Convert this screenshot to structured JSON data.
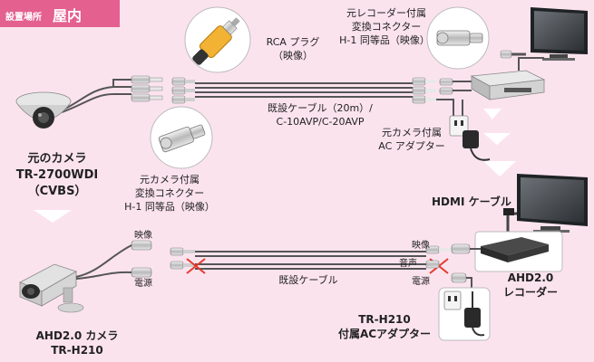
{
  "header": {
    "location_label": "設置場所",
    "location_value": "屋内"
  },
  "top": {
    "old_camera_name": "元のカメラ",
    "old_camera_model": "TR-2700WDI",
    "old_camera_signal": "（CVBS）",
    "rca_plug_label": "RCA プラグ",
    "rca_plug_sub": "（映像）",
    "recorder_connector_line1": "元レコーダー付属",
    "recorder_connector_line2": "変換コネクター",
    "recorder_connector_line3": "H-1 同等品（映像）",
    "existing_cable_line1": "既設ケーブル（20m）/",
    "existing_cable_line2": "C-10AVP/C-20AVP",
    "camera_adapter_line1": "元カメラ付属",
    "camera_adapter_line2": "AC アダプター",
    "camera_connector_line1": "元カメラ付属",
    "camera_connector_line2": "変換コネクター",
    "camera_connector_line3": "H-1 同等品（映像）"
  },
  "bottom": {
    "hdmi_cable_label": "HDMI ケーブル",
    "video_left_label": "映像",
    "power_left_label": "電源",
    "existing_cable_label": "既設ケーブル",
    "video_right_label": "映像",
    "audio_right_label": "音声",
    "power_right_label": "電源",
    "recorder_line1": "AHD2.0",
    "recorder_line2": "レコーダー",
    "adapter_line1": "TR-H210",
    "adapter_line2": "付属ACアダプター",
    "new_camera_line1": "AHD2.0 カメラ",
    "new_camera_line2": "TR-H210"
  },
  "colors": {
    "header_bg": "#e4608f",
    "background": "#fbe3ee",
    "cable": "#555555",
    "rca_yellow": "#f2b233",
    "cross_out": "#e53a2d",
    "arrow": "#ffffff"
  }
}
